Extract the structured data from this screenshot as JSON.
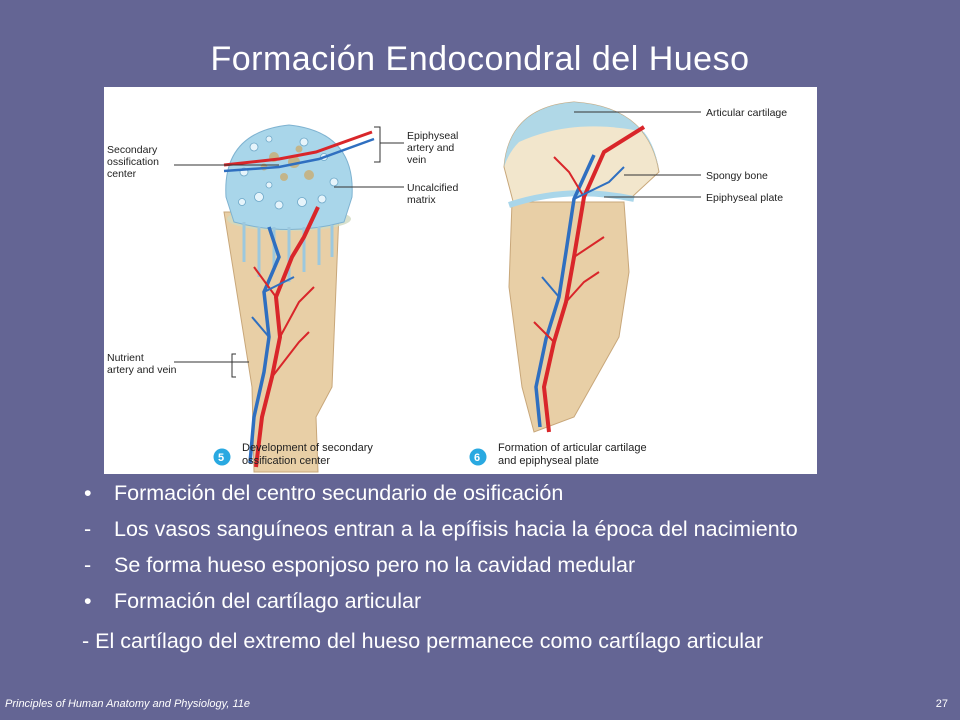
{
  "title": "Formación Endocondral del Hueso",
  "figure": {
    "left_labels": {
      "secondary_ossification": [
        "Secondary",
        "ossification",
        "center"
      ],
      "nutrient": [
        "Nutrient",
        "artery and vein"
      ]
    },
    "middle_labels": {
      "epiphyseal_vessels": [
        "Epiphyseal",
        "artery and",
        "vein"
      ],
      "uncalcified": [
        "Uncalcified",
        "matrix"
      ]
    },
    "right_labels": {
      "articular_cartilage": "Articular cartilage",
      "spongy_bone": "Spongy bone",
      "epiphyseal_plate": "Epiphyseal plate"
    },
    "captions": [
      {
        "number": "5",
        "lines": [
          "Development of secondary",
          "ossification center"
        ]
      },
      {
        "number": "6",
        "lines": [
          "Formation of articular cartilage",
          "and epiphyseal plate"
        ]
      }
    ],
    "colors": {
      "cartilage": "#a9d6ea",
      "bone": "#e8cfa6",
      "artery": "#d9262a",
      "vein": "#2f6fc0",
      "badge": "#29a9e1"
    }
  },
  "bullets": [
    {
      "marker": "•",
      "text": "Formación del centro secundario de osificación"
    },
    {
      "marker": "-",
      "text": "Los vasos sanguíneos entran a la epífisis hacia la época del nacimiento"
    },
    {
      "marker": "-",
      "text": "Se forma hueso esponjoso pero no la cavidad medular"
    },
    {
      "marker": "•",
      "text": "Formación del cartílago articular"
    }
  ],
  "last_line": "- El  cartílago del extremo del hueso permanece como cartílago articular",
  "footer": {
    "source": "Principles of Human Anatomy and Physiology, 11e",
    "page": "27"
  }
}
